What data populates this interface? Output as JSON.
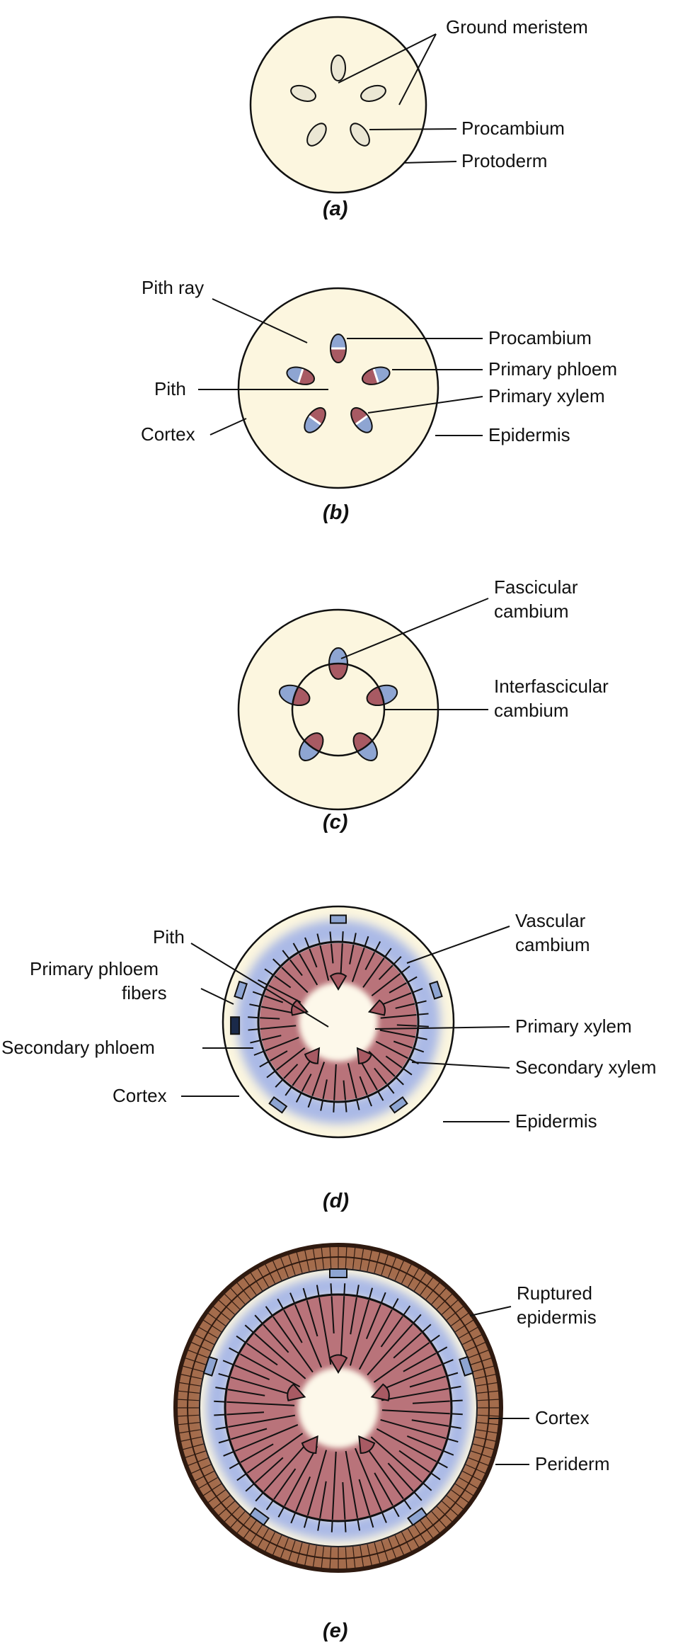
{
  "colors": {
    "ground": "#fcf6df",
    "outline": "#111111",
    "xylem": "#a85a63",
    "xylem_fill": "#b9737a",
    "phloem": "#8ea5d2",
    "phloem_blur": "#aab9e6",
    "pith": "#fdf8ea",
    "bark": "#a46c4c",
    "bark_line": "#2f1a10",
    "procambium_plain": "#ebe7d4"
  },
  "panels": [
    {
      "id": "a",
      "caption": "(a)",
      "labels": [
        {
          "key": "ground_meristem",
          "text": "Ground meristem"
        },
        {
          "key": "procambium",
          "text": "Procambium"
        },
        {
          "key": "protoderm",
          "text": "Protoderm"
        }
      ]
    },
    {
      "id": "b",
      "caption": "(b)",
      "labels": [
        {
          "key": "pith_ray",
          "text": "Pith ray"
        },
        {
          "key": "pith",
          "text": "Pith"
        },
        {
          "key": "cortex",
          "text": "Cortex"
        },
        {
          "key": "procambium",
          "text": "Procambium"
        },
        {
          "key": "primary_phloem",
          "text": "Primary phloem"
        },
        {
          "key": "primary_xylem",
          "text": "Primary xylem"
        },
        {
          "key": "epidermis",
          "text": "Epidermis"
        }
      ]
    },
    {
      "id": "c",
      "caption": "(c)",
      "labels": [
        {
          "key": "fascicular_cambium",
          "text": "Fascicular cambium"
        },
        {
          "key": "interfascicular_cambium",
          "text": "Interfascicular cambium"
        }
      ]
    },
    {
      "id": "d",
      "caption": "(d)",
      "labels": [
        {
          "key": "pith",
          "text": "Pith"
        },
        {
          "key": "primary_phloem_fibers",
          "text": "Primary phloem fibers"
        },
        {
          "key": "secondary_phloem",
          "text": "Secondary phloem"
        },
        {
          "key": "cortex",
          "text": "Cortex"
        },
        {
          "key": "vascular_cambium",
          "text": "Vascular cambium"
        },
        {
          "key": "primary_xylem",
          "text": "Primary xylem"
        },
        {
          "key": "secondary_xylem",
          "text": "Secondary xylem"
        },
        {
          "key": "epidermis",
          "text": "Epidermis"
        }
      ]
    },
    {
      "id": "e",
      "caption": "(e)",
      "labels": [
        {
          "key": "ruptured_epidermis",
          "text": "Ruptured epidermis"
        },
        {
          "key": "cortex",
          "text": "Cortex"
        },
        {
          "key": "periderm",
          "text": "Periderm"
        }
      ]
    }
  ]
}
